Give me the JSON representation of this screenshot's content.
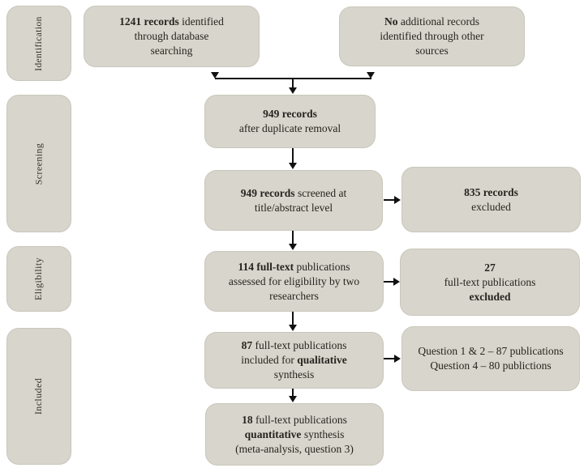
{
  "palette": {
    "page-bg": "#ffffff",
    "box-fill": "#d8d5cc",
    "box-edge": "#c9c6bc",
    "text": "#26241f",
    "arrow": "#111111"
  },
  "sidebar": {
    "stages": [
      {
        "id": "identification",
        "label": "Identification"
      },
      {
        "id": "screening",
        "label": "Screening"
      },
      {
        "id": "eligibility",
        "label": "Eligibility"
      },
      {
        "id": "included",
        "label": "Included"
      }
    ]
  },
  "flow": {
    "boxes": {
      "db_search": {
        "lines": [
          [
            {
              "t": "1241 records",
              "b": true
            },
            {
              "t": " identified"
            }
          ],
          [
            {
              "t": "through database"
            }
          ],
          [
            {
              "t": "searching"
            }
          ]
        ]
      },
      "other_sources": {
        "lines": [
          [
            {
              "t": "No",
              "b": true
            },
            {
              "t": " additional records"
            }
          ],
          [
            {
              "t": "identified through other"
            }
          ],
          [
            {
              "t": "sources"
            }
          ]
        ]
      },
      "after_duplicates": {
        "lines": [
          [
            {
              "t": "949 records",
              "b": true
            }
          ],
          [
            {
              "t": "after duplicate removal"
            }
          ]
        ]
      },
      "screened": {
        "lines": [
          [
            {
              "t": "949 records",
              "b": true
            },
            {
              "t": " screened at"
            }
          ],
          [
            {
              "t": "title/abstract level"
            }
          ]
        ]
      },
      "records_excluded": {
        "lines": [
          [
            {
              "t": "835 records",
              "b": true
            }
          ],
          [
            {
              "t": "excluded"
            }
          ]
        ]
      },
      "fulltext_assessed": {
        "lines": [
          [
            {
              "t": "114 full-text",
              "b": true
            },
            {
              "t": " publications"
            }
          ],
          [
            {
              "t": "assessed for eligibility by two"
            }
          ],
          [
            {
              "t": "researchers"
            }
          ]
        ]
      },
      "fulltext_excluded": {
        "lines": [
          [
            {
              "t": "27",
              "b": true
            }
          ],
          [
            {
              "t": "full-text publications"
            }
          ],
          [
            {
              "t": "excluded",
              "b": true
            }
          ]
        ]
      },
      "qualitative": {
        "lines": [
          [
            {
              "t": "87",
              "b": true
            },
            {
              "t": " full-text publications"
            }
          ],
          [
            {
              "t": "included for "
            },
            {
              "t": "qualitative",
              "b": true
            }
          ],
          [
            {
              "t": "synthesis"
            }
          ]
        ]
      },
      "questions": {
        "lines": [
          [
            {
              "t": "Question 1 & 2 – 87 publications"
            }
          ],
          [
            {
              "t": "Question 4 – 80 publictions"
            }
          ]
        ]
      },
      "quantitative": {
        "lines": [
          [
            {
              "t": "18",
              "b": true
            },
            {
              "t": " full-text publications"
            }
          ],
          [
            {
              "t": "quantitative",
              "b": true
            },
            {
              "t": " synthesis"
            }
          ],
          [
            {
              "t": "(meta-analysis, question 3)"
            }
          ]
        ]
      }
    }
  }
}
